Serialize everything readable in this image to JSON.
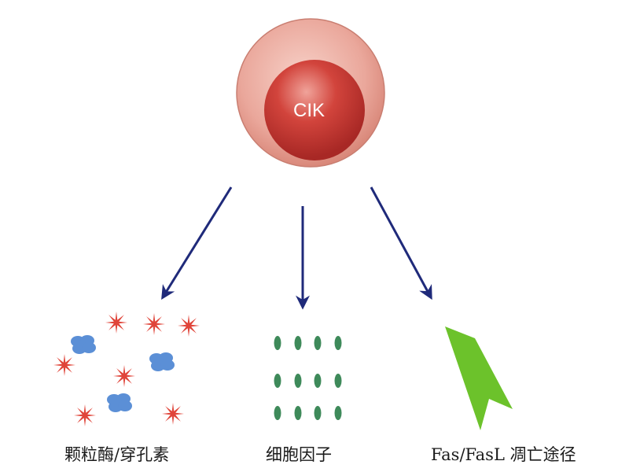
{
  "cell": {
    "label": "CIK",
    "outer_color": "#e9a59a",
    "nucleus_color": "#c93a36"
  },
  "arrow_color": "#1f2a7a",
  "mechanisms": [
    {
      "label": "颗粒酶/穿孔素",
      "icon": "starburst-and-blob-particles"
    },
    {
      "label": "细胞因子",
      "icon": "green-dots-grid"
    },
    {
      "label": "Fas/FasL 凋亡途径",
      "icon": "green-arrow-shape"
    }
  ],
  "colors": {
    "star": "#e0453a",
    "blob": "#5b8fd6",
    "cytokine": "#3e8a5a",
    "fas": "#6cc22b"
  }
}
